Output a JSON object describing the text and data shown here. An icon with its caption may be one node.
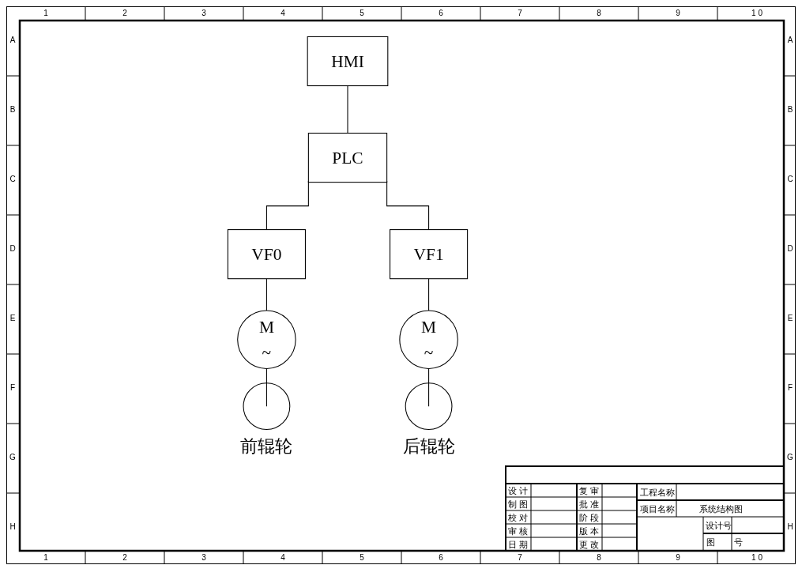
{
  "diagram": {
    "nodes": [
      {
        "text": [
          "HMI"
        ]
      },
      {
        "text": [
          "PLC"
        ]
      },
      {
        "text": [
          "VF0"
        ]
      },
      {
        "text": [
          "VF1"
        ]
      },
      {
        "text": [
          "M",
          "~"
        ]
      },
      {
        "text": [
          "M",
          "~"
        ]
      },
      {
        "text": [],
        "shape": "circle",
        "beside": [
          "前辊轮"
        ]
      },
      {
        "text": [],
        "shape": "circle",
        "beside": [
          "后辊轮"
        ]
      }
    ],
    "edges": [
      {
        "from": 0,
        "to": 1,
        "arrow": "none"
      },
      {
        "from": 1,
        "to": 2,
        "arrow": "none"
      },
      {
        "from": 1,
        "to": 3,
        "arrow": "none"
      },
      {
        "from": 2,
        "to": 4,
        "arrow": "none"
      },
      {
        "from": 3,
        "to": 5,
        "arrow": "none"
      },
      {
        "from": 4,
        "to": 6,
        "arrow": "none"
      },
      {
        "from": 5,
        "to": 7,
        "arrow": "none"
      }
    ],
    "labels": [
      "1",
      "2",
      "3",
      "4",
      "5",
      "6",
      "7",
      "8",
      "9",
      "1 0",
      "A",
      "B",
      "C",
      "D",
      "E",
      "F",
      "G",
      "H",
      "A",
      "B",
      "C",
      "D",
      "E",
      "F",
      "G",
      "H",
      "设 计",
      "复 审",
      "工程名称",
      "制 图",
      "批 准",
      "项目名称",
      "系统结构图",
      "校 对",
      "阶 段",
      "设计号",
      "审 核",
      "版 本",
      "日 期",
      "更 改",
      "图 号",
      "1",
      "2",
      "3",
      "4",
      "5",
      "6",
      "7",
      "8",
      "9",
      "1 0"
    ]
  }
}
